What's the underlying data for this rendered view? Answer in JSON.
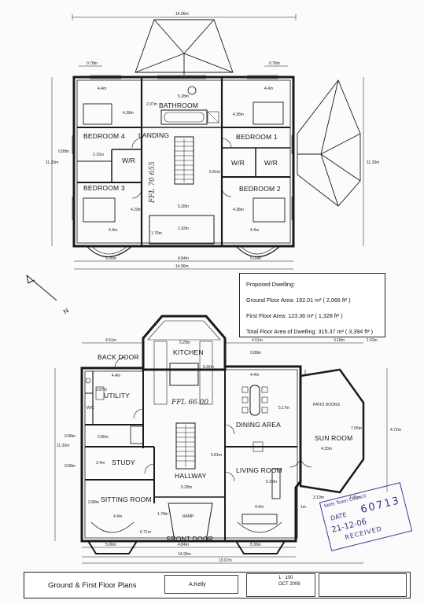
{
  "first_floor": {
    "overall_top": "14.96m",
    "overall_bottom": "14.96m",
    "side_depth": "11.33m",
    "rooms": {
      "bathroom": "BATHROOM",
      "bedroom4": "BEDROOM 4",
      "bedroom1": "BEDROOM 1",
      "bedroom2": "BEDROOM 2",
      "bedroom3": "BEDROOM 3",
      "landing": "LANDING",
      "wr_left": "W/R",
      "wr_mid": "W/R",
      "wr_right": "W/R"
    },
    "dims": {
      "d_078_left": "0.78m",
      "d_078_right": "0.78m",
      "d_44_b4": "4.4m",
      "d_44_b1": "4.4m",
      "d_438_left": "4.38m",
      "d_438_right": "4.38m",
      "d_297": "2.97m",
      "d_528_top": "5.28m",
      "d_528_mid": "5.28m",
      "d_581": "5.81m",
      "d_429": "4.29m",
      "d_438_b2": "4.38m",
      "d_44_b3": "4.4m",
      "d_44_b2": "4.4m",
      "d_193": "1.93m",
      "d_176": "1.76m",
      "d_506": "5.06m",
      "d_484": "4.84m",
      "d_506b": "5.06m",
      "d_088": "0.88m",
      "d_216": "2.16m"
    },
    "handwritten": "FFL 70 655"
  },
  "ground_floor": {
    "rooms": {
      "back_door": "BACK DOOR",
      "kitchen": "KITCHEN",
      "utility": "UTILITY",
      "dining": "DINING AREA",
      "sun_room": "SUN ROOM",
      "patio_doors": "PATIO DOORS",
      "study": "STUDY",
      "hallway": "HALLWAY",
      "living_room": "LIVING ROOM",
      "sitting_room": "SITTING ROOM",
      "ramp": "RAMP",
      "front_door": "FRONT DOOR",
      "wc": "W/C"
    },
    "dims": {
      "d_451": "4.51m",
      "d_528k": "5.28m",
      "d_451r": "4.51m",
      "d_318": "3.18m",
      "d_152": "1.52m",
      "d_088g": "0.88m",
      "d_44u": "4.4m",
      "d_632": "6.32m",
      "d_44d": "4.4m",
      "d_517": "5.17m",
      "d_705": "7.05m",
      "d_472": "4.72m",
      "d_433": "4.33m",
      "d_287": "2.87m",
      "d_286": "2.86m",
      "d_24": "2.4m",
      "d_581g": "5.81m",
      "d_528h": "5.28m",
      "d_539": "5.39m",
      "d_288": "2.88m",
      "d_44s": "4.4m",
      "d_671": "6.71m",
      "d_178": "1.78m",
      "d_44l": "4.4m",
      "d_319": "3.19m",
      "d_145": "1.45m",
      "d_1m": "1m",
      "d_506g": "5.06m",
      "d_484g": "4.84m",
      "d_536g": "5.36m",
      "d_1496g": "14.96m",
      "d_1967": "19.67m",
      "d_1133g": "11.33m",
      "d_088a": "0.88m",
      "d_088b": "0.88m"
    },
    "handwritten": "FFL 66.00"
  },
  "areas": {
    "heading": "Proposed Dwelling:",
    "ground": "Ground Floor Area: 192.01 m² ( 2,066 ft² )",
    "first": "First Floor Area: 123.36 m² ( 1,328 ft² )",
    "total": "Total Floor Area of Dwelling: 315.37 m² ( 3,394 ft² )"
  },
  "north_label": "N",
  "title_block": {
    "title": "Ground & First Floor Plans",
    "client": "A.Kelly",
    "scale": "1 : 100",
    "date": "OCT 2006"
  },
  "stamp": {
    "line1": "Kells Town Council",
    "line2": "DATE",
    "line3": "21-12-06",
    "line4": "60713",
    "line5": "RECEIVED"
  }
}
